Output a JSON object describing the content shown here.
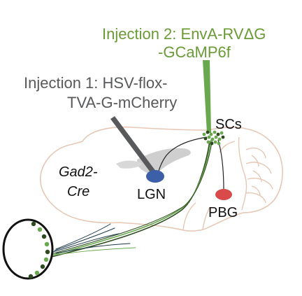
{
  "injection2": {
    "line1": "Injection 2: EnvA-RVΔG",
    "line2": "-GCaMP6f"
  },
  "injection1": {
    "line1": "Injection 1: HSV-flox-",
    "line2": "TVA-G-mCherry"
  },
  "labels": {
    "scs": "SCs",
    "lgn": "LGN",
    "pbg": "PBG",
    "genotype_line1": "Gad2-",
    "genotype_line2": "Cre"
  },
  "colors": {
    "injection2_text": "#6b9a37",
    "injection1_text": "#58595b",
    "brain_outline": "#e7c7b5",
    "lgn_fill": "#3d5fa8",
    "pbg_fill": "#d94a4a",
    "sc_green": "#6aa84f",
    "sc_dark": "#2e4a1f",
    "hippocampus": "#cfcfcf",
    "axon_dark": "#1f3a4a",
    "axon_green": "#6aa84f"
  }
}
